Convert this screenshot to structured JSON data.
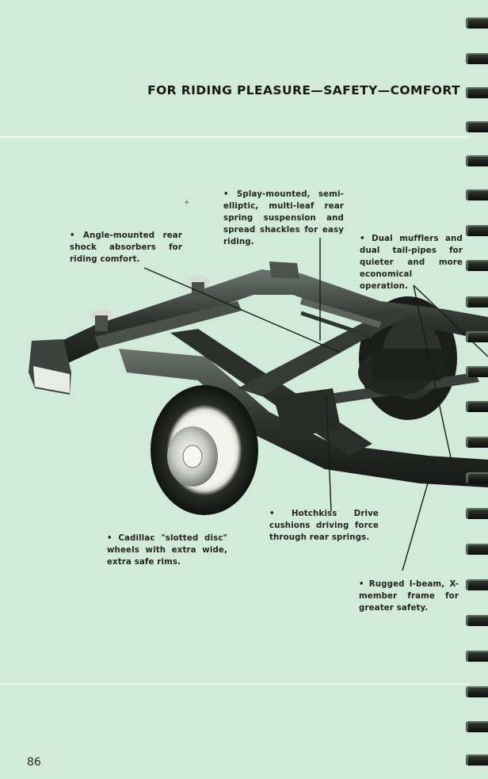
{
  "header": {
    "title": "FOR RIDING PLEASURE—SAFETY—COMFORT"
  },
  "callouts": {
    "shock_absorbers": "• Angle-mounted rear shock absorbers for riding comfort.",
    "spring_suspension": "• Splay-mounted, semi-elliptic, multi-leaf rear spring suspension and spread shackles for easy riding.",
    "mufflers": "• Dual mufflers and dual tail-pipes for quieter and more economical operation.",
    "hotchkiss": "• Hotchkiss Drive cushions driving force through rear springs.",
    "wheels": "• Cadillac \"slotted disc\" wheels with extra wide, extra safe rims.",
    "frame": "• Rugged I-beam, X-member frame for greater safety."
  },
  "footer": {
    "page_number": "86"
  }
}
